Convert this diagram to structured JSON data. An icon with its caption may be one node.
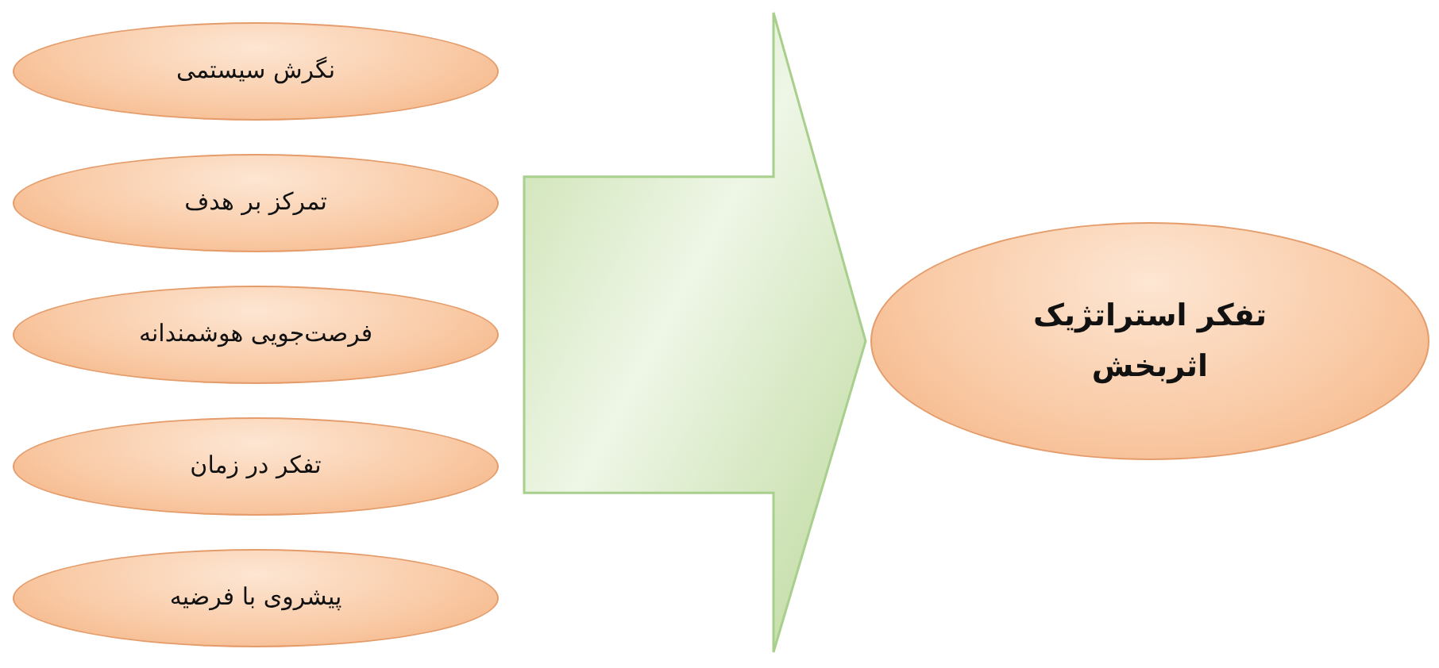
{
  "diagram": {
    "nodes": [
      {
        "text": [
          "نگرش سیستمی"
        ]
      },
      {
        "text": [
          "تمرکز بر هدف"
        ]
      },
      {
        "text": [
          "فرصت‌جویی هوشمندانه"
        ]
      },
      {
        "text": [
          "تفکر در زمان"
        ]
      },
      {
        "text": [
          "پیشروی با فرضیه"
        ]
      },
      {
        "text": [
          "تفکر استراتژیک اثربخش"
        ]
      }
    ],
    "edges": [
      {
        "from": 0,
        "to": 5,
        "arrow": "to"
      },
      {
        "from": 1,
        "to": 5,
        "arrow": "to"
      },
      {
        "from": 2,
        "to": 5,
        "arrow": "to"
      },
      {
        "from": 3,
        "to": 5,
        "arrow": "to"
      },
      {
        "from": 4,
        "to": 5,
        "arrow": "to"
      }
    ]
  }
}
